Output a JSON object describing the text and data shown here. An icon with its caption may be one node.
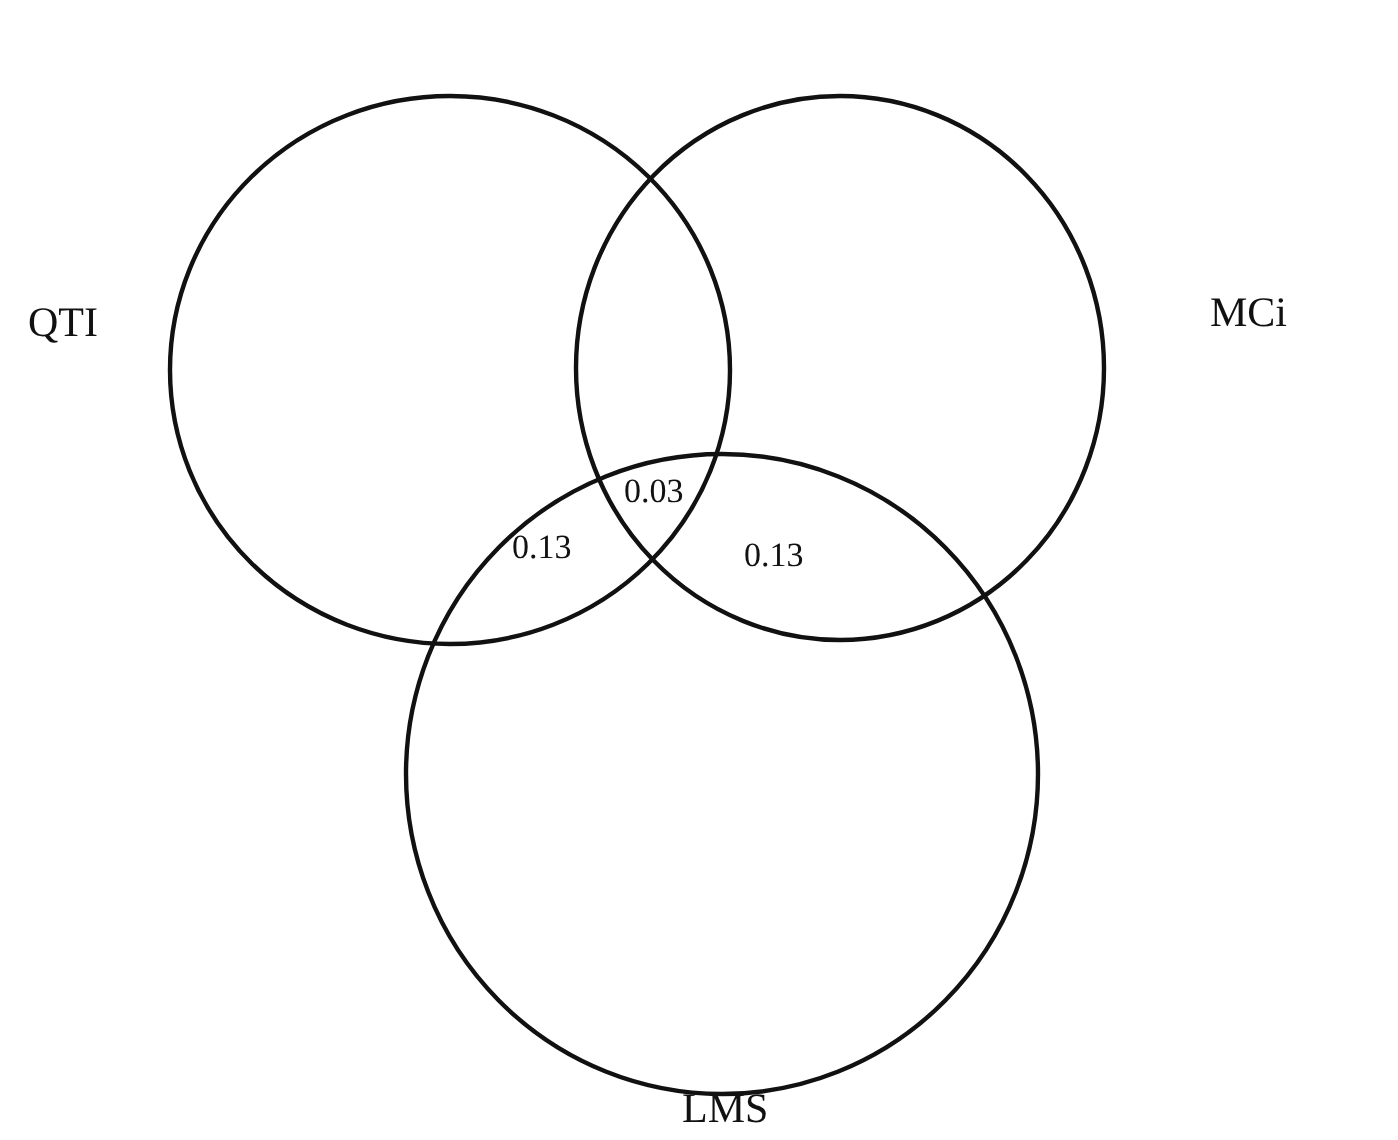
{
  "diagram": {
    "nodes": [
      {
        "text": [
          "QTI"
        ]
      },
      {
        "text": [
          "MCi"
        ]
      },
      {
        "text": [
          "LMS"
        ]
      }
    ],
    "labels": [
      "0.03",
      "0.13",
      "0.13"
    ]
  }
}
